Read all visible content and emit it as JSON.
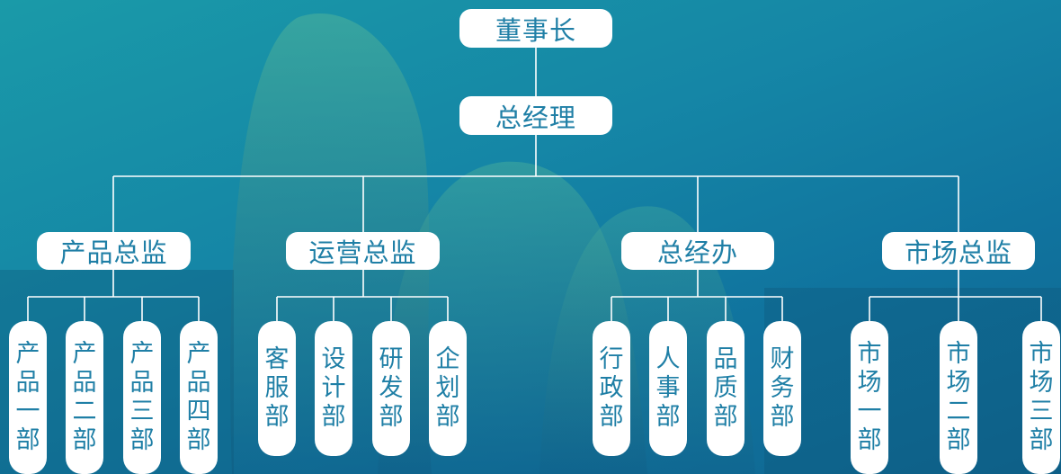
{
  "colors": {
    "node_bg": "#ffffff",
    "node_text": "#1f7fa6",
    "connector": "#ffffff"
  },
  "org": {
    "chairman": "董事长",
    "gm": "总经理",
    "directors": [
      {
        "label": "产品总监",
        "departments": [
          "产品一部",
          "产品二部",
          "产品三部",
          "产品四部"
        ]
      },
      {
        "label": "运营总监",
        "departments": [
          "客服部",
          "设计部",
          "研发部",
          "企划部"
        ]
      },
      {
        "label": "总经办",
        "departments": [
          "行政部",
          "人事部",
          "品质部",
          "财务部"
        ]
      },
      {
        "label": "市场总监",
        "departments": [
          "市场一部",
          "市场二部",
          "市场三部"
        ]
      }
    ]
  }
}
